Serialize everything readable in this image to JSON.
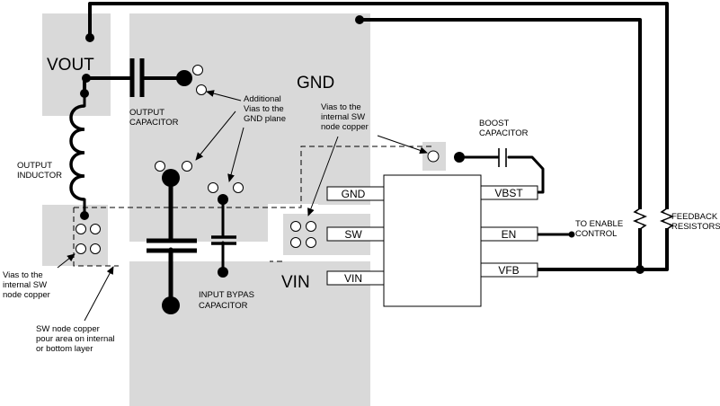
{
  "colors": {
    "copper": "#d9d9d9",
    "trace": "#000000",
    "background": "#ffffff"
  },
  "labels": {
    "vout": "VOUT",
    "gnd": "GND",
    "vin": "VIN",
    "output_capacitor": [
      "OUTPUT",
      "CAPACITOR"
    ],
    "additional_vias": [
      "Additional",
      "Vias to the",
      "GND plane"
    ],
    "vias_sw_top": [
      "Vias to the",
      "internal SW",
      "node copper"
    ],
    "boost_capacitor": [
      "BOOST",
      "CAPACITOR"
    ],
    "output_inductor": [
      "OUTPUT",
      "INDUCTOR"
    ],
    "vias_sw_left": [
      "Vias to the",
      "internal SW",
      "node copper"
    ],
    "sw_pour": [
      "SW node copper",
      "pour area on internal",
      "or bottom layer"
    ],
    "input_bypass": [
      "INPUT BYPAS",
      "CAPACITOR"
    ],
    "to_enable": [
      "TO ENABLE",
      "CONTROL"
    ],
    "feedback": [
      "FEEDBACK",
      "RESISTORS"
    ]
  },
  "ic_pins": {
    "left": [
      "GND",
      "SW",
      "VIN"
    ],
    "right": [
      "VBST",
      "EN",
      "VFB"
    ]
  }
}
